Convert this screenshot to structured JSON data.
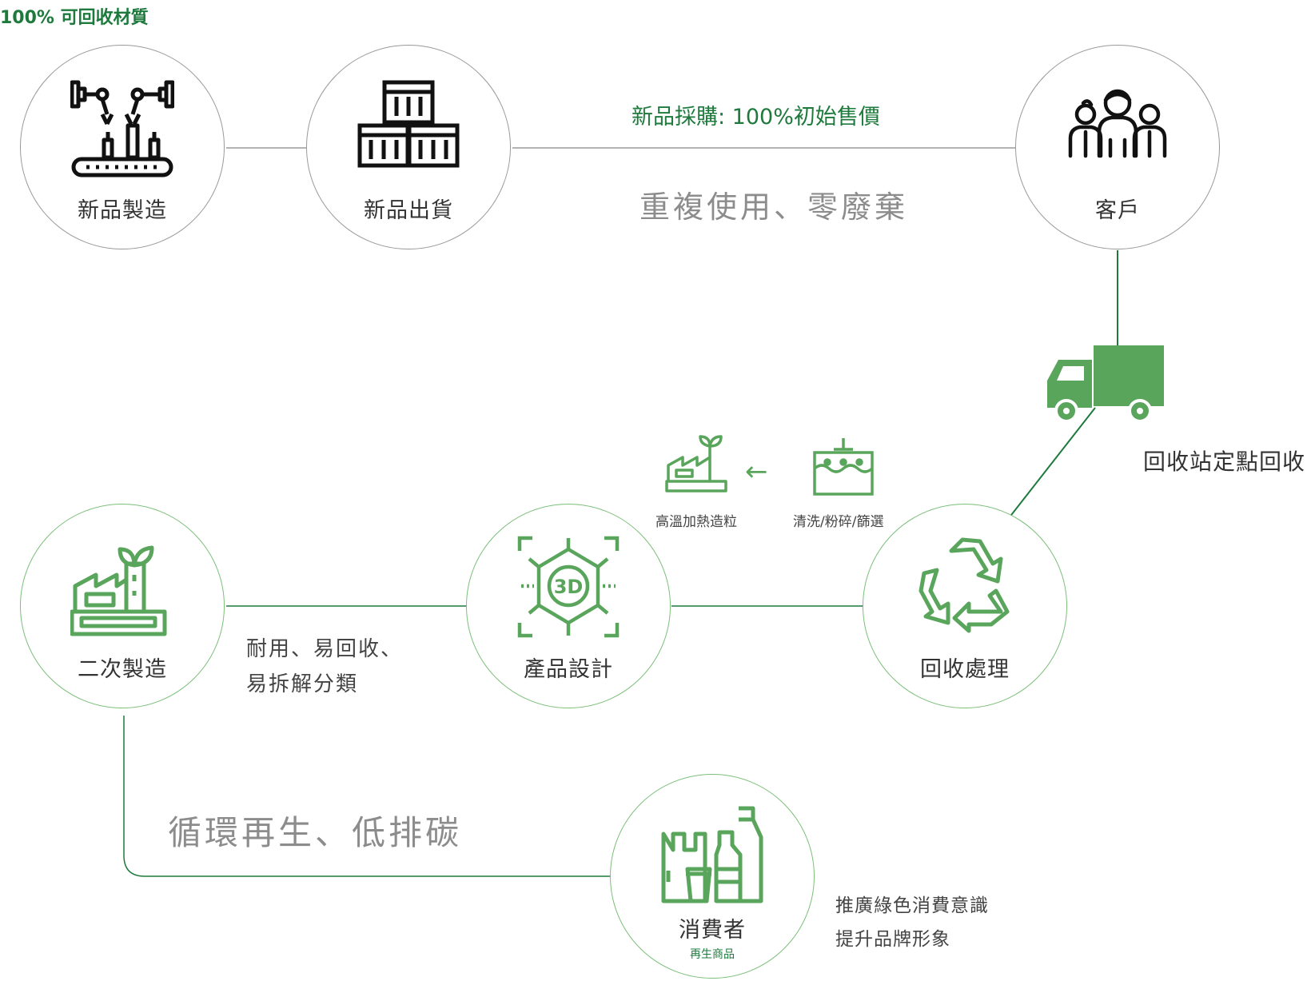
{
  "header": {
    "tag": "100% 可回收材質"
  },
  "nodes": {
    "manufacture": "新品製造",
    "shipping": "新品出貨",
    "customer": "客戶",
    "recycle": "回收處理",
    "design": "產品設計",
    "second": "二次製造",
    "consumer": "消費者",
    "consumer_sub": "再生商品"
  },
  "edges": {
    "purchase": "新品採購: 100%初始售價",
    "reuse": "重複使用、零廢棄",
    "pickup": "回收站定點回收",
    "durable_line1": "耐用、易回收、",
    "durable_line2": "易拆解分類",
    "circular": "循環再生、低排碳",
    "promo_line1": "推廣綠色消費意識",
    "promo_line2": "提升品牌形象"
  },
  "process": {
    "pellet": "高溫加熱造粒",
    "wash": "清洗/粉碎/篩選"
  },
  "colors": {
    "green": "#5aa55c",
    "dark_green": "#1e7a3c",
    "gray_line": "#9a9a9a",
    "accent_text": "#1e7a3c"
  }
}
